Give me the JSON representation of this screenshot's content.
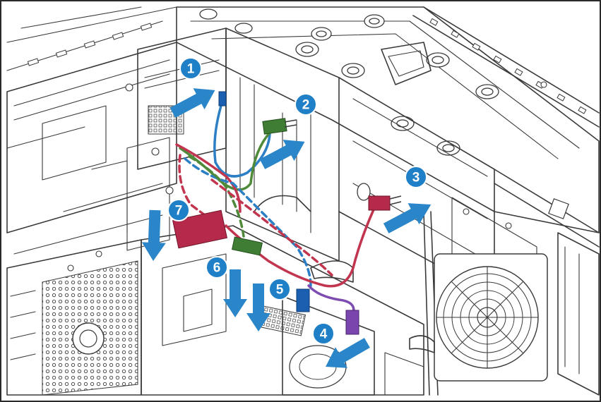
{
  "colors": {
    "arrow": "#2b86c9",
    "badge": "#1f7fc7",
    "cable_blue": "#2d7fc5",
    "cable_green": "#4f8a3a",
    "cable_red": "#c2354f",
    "cable_purple": "#7c4cb0",
    "connector_green": "#3f7d34",
    "connector_red": "#b52a4a",
    "connector_blue": "#1a5fb0",
    "connector_purple": "#7a45ad"
  },
  "icons": [
    "arrow-icon",
    "numbered-badge",
    "fan-grille",
    "cable-connector"
  ],
  "steps": [
    {
      "label": "1"
    },
    {
      "label": "2"
    },
    {
      "label": "3"
    },
    {
      "label": "4"
    },
    {
      "label": "5"
    },
    {
      "label": "6"
    },
    {
      "label": "7"
    }
  ]
}
